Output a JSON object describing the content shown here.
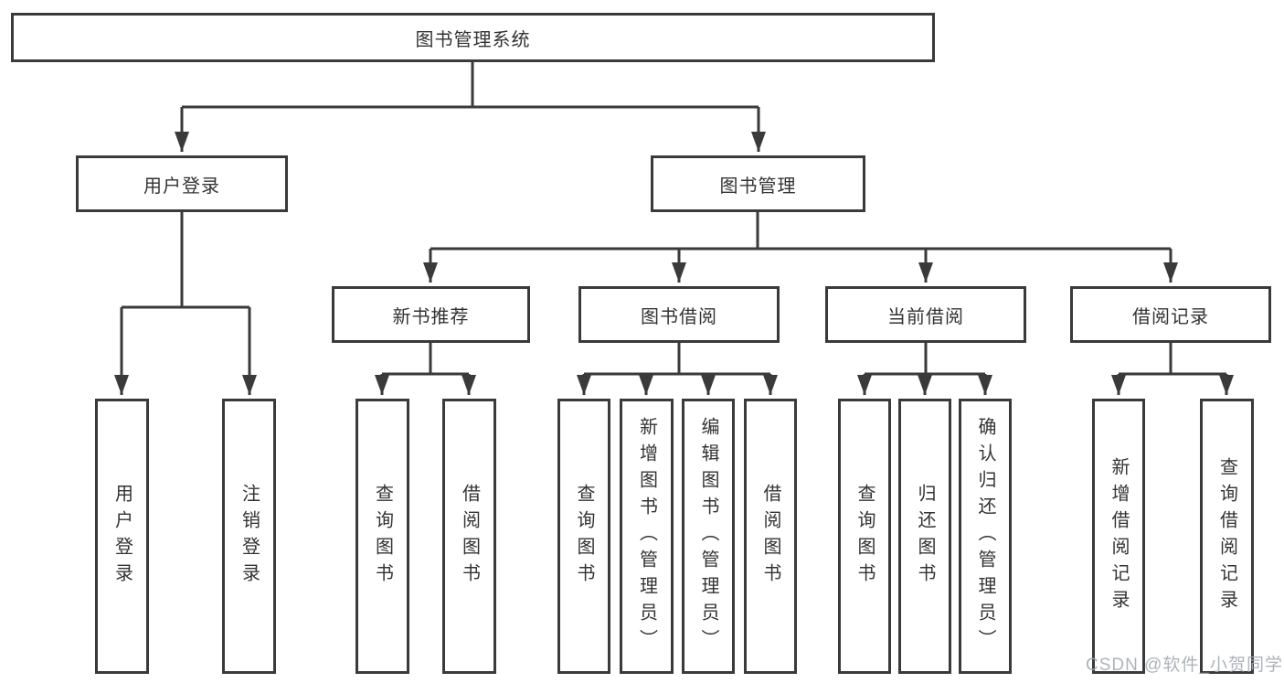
{
  "tree": {
    "label": "图书管理系统",
    "children": [
      {
        "label": "用户登录",
        "children": [
          {
            "label": "用户登录"
          },
          {
            "label": "注销登录"
          }
        ]
      },
      {
        "label": "图书管理",
        "children": [
          {
            "label": "新书推荐",
            "children": [
              {
                "label": "查询图书"
              },
              {
                "label": "借阅图书"
              }
            ]
          },
          {
            "label": "图书借阅",
            "children": [
              {
                "label": "查询图书"
              },
              {
                "label": "新增图书（管理员）"
              },
              {
                "label": "编辑图书（管理员）"
              },
              {
                "label": "借阅图书"
              }
            ]
          },
          {
            "label": "当前借阅",
            "children": [
              {
                "label": "查询图书"
              },
              {
                "label": "归还图书"
              },
              {
                "label": "确认归还（管理员）"
              }
            ]
          },
          {
            "label": "借阅记录",
            "children": [
              {
                "label": "新增借阅记录"
              },
              {
                "label": "查询借阅记录"
              }
            ]
          }
        ]
      }
    ]
  },
  "watermark": "CSDN @软件_小贺同学",
  "colors": {
    "line": "#3a3a3a",
    "box_border": "#3a3a3a",
    "text": "#333333",
    "watermark_text": "#a4a8af",
    "background": "#ffffff"
  }
}
